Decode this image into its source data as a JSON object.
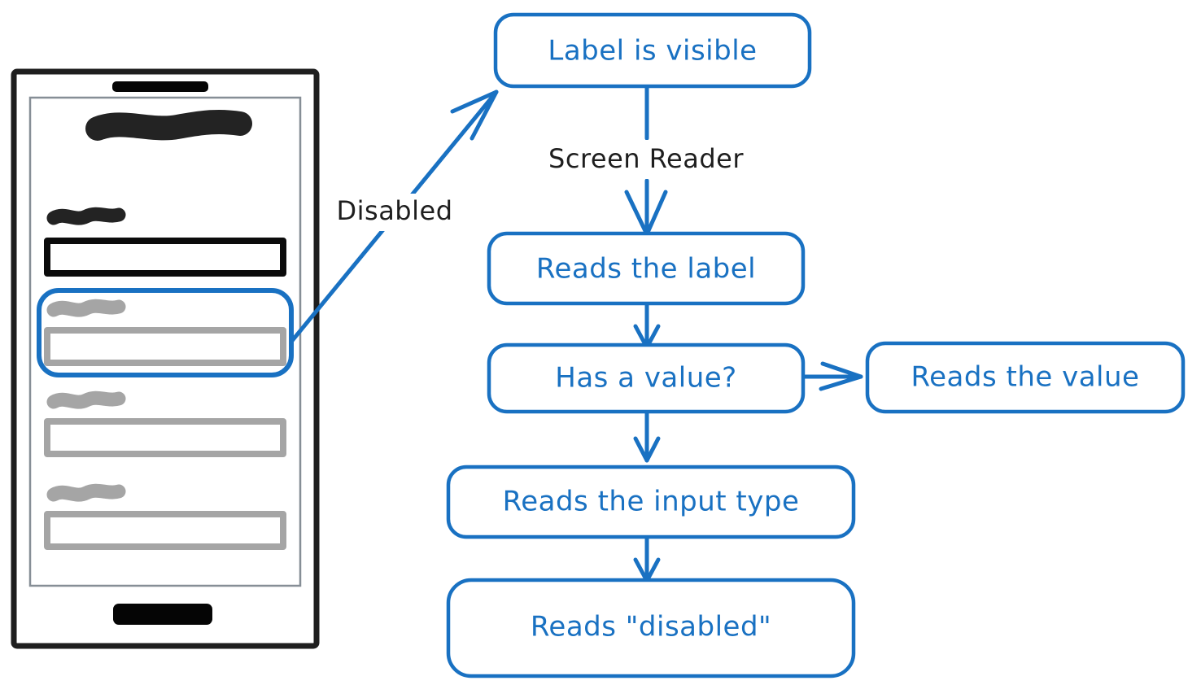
{
  "diagram": {
    "title": "Screen reader reading order for a disabled form field",
    "colors": {
      "accent_blue": "#1971c2",
      "text_black": "#1e1e1e",
      "disabled_gray": "#a5a5a5",
      "background": "#ffffff"
    },
    "nodes": [
      {
        "id": "label-visible",
        "label": "Label is visible"
      },
      {
        "id": "reads-label",
        "label": "Reads the label"
      },
      {
        "id": "has-value",
        "label": "Has a value?"
      },
      {
        "id": "reads-value",
        "label": "Reads the value"
      },
      {
        "id": "reads-input-type",
        "label": "Reads the input type"
      },
      {
        "id": "reads-disabled",
        "label": "Reads \"disabled\""
      }
    ],
    "edge_labels": [
      {
        "id": "screen-reader",
        "label": "Screen Reader"
      },
      {
        "id": "disabled",
        "label": "Disabled"
      }
    ],
    "edges": [
      {
        "from": "phone-disabled-field",
        "to": "label-visible",
        "label": "Disabled"
      },
      {
        "from": "label-visible",
        "to": "reads-label",
        "label": "Screen Reader"
      },
      {
        "from": "reads-label",
        "to": "has-value",
        "label": ""
      },
      {
        "from": "has-value",
        "to": "reads-value",
        "label": ""
      },
      {
        "from": "has-value",
        "to": "reads-input-type",
        "label": ""
      },
      {
        "from": "reads-input-type",
        "to": "reads-disabled",
        "label": ""
      }
    ]
  },
  "phone": {
    "name": "phone-mockup",
    "hardware": {
      "earpiece_speaker": "speaker-bar",
      "home_button": "home-button"
    },
    "fields": [
      {
        "id": "heading",
        "state": "active",
        "has_label": true,
        "has_input": false
      },
      {
        "id": "field-active",
        "state": "active",
        "has_label": true,
        "has_input": true
      },
      {
        "id": "field-disabled",
        "state": "disabled",
        "has_label": true,
        "has_input": true,
        "highlighted": true
      },
      {
        "id": "field-2",
        "state": "disabled",
        "has_label": true,
        "has_input": true
      },
      {
        "id": "field-3",
        "state": "disabled",
        "has_label": true,
        "has_input": true
      }
    ]
  }
}
